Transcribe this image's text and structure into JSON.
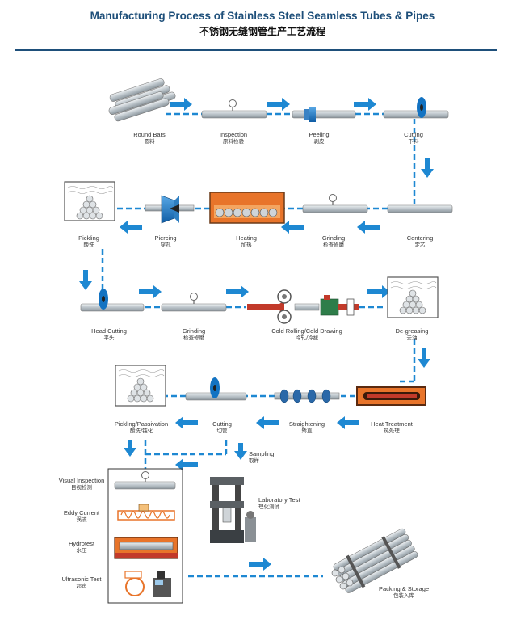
{
  "title_en": "Manufacturing Process of Stainless Steel Seamless Tubes & Pipes",
  "title_cn": "不锈钢无缝钢管生产工艺流程",
  "colors": {
    "accent_blue": "#1e88d2",
    "title_blue": "#1e4f7a",
    "steel": "#b9c2c8",
    "furnace": "#e8742a"
  },
  "steps": {
    "round_bars": {
      "en": "Round Bars",
      "cn": "圆料"
    },
    "inspection": {
      "en": "Inspection",
      "cn": "原料检验"
    },
    "peeling": {
      "en": "Peeling",
      "cn": "剥皮"
    },
    "cutting1": {
      "en": "Cutting",
      "cn": "下料"
    },
    "centering": {
      "en": "Centering",
      "cn": "定芯"
    },
    "grinding1": {
      "en": "Grinding",
      "cn": "检查修磨"
    },
    "heating": {
      "en": "Heating",
      "cn": "加热"
    },
    "piercing": {
      "en": "Piercing",
      "cn": "穿孔"
    },
    "pickling1": {
      "en": "Pickling",
      "cn": "酸洗"
    },
    "head_cutting": {
      "en": "Head Cutting",
      "cn": "平头"
    },
    "grinding2": {
      "en": "Grinding",
      "cn": "检查修磨"
    },
    "cold_rolling": {
      "en": "Cold Rolling/Cold Drawing",
      "cn": "冷轧/冷拔"
    },
    "degreasing": {
      "en": "De-greasing",
      "cn": "去油"
    },
    "heat_treatment": {
      "en": "Heat Treatment",
      "cn": "热处理"
    },
    "straightening": {
      "en": "Straightening",
      "cn": "矫直"
    },
    "cutting2": {
      "en": "Cutting",
      "cn": "切管"
    },
    "pickling_passivation": {
      "en": "Pickling/Passivation",
      "cn": "酸洗/钝化"
    },
    "sampling": {
      "en": "Sampling",
      "cn": "取样"
    },
    "visual_inspection": {
      "en": "Visual Inspection",
      "cn": "目视检测"
    },
    "eddy_current": {
      "en": "Eddy Current",
      "cn": "涡流"
    },
    "hydrotest": {
      "en": "Hydrotest",
      "cn": "水压"
    },
    "ultrasonic": {
      "en": "Ultrasonic Test",
      "cn": "超声"
    },
    "laboratory": {
      "en": "Laboratory Test",
      "cn": "理化测试"
    },
    "packing": {
      "en": "Packing & Storage",
      "cn": "包装入库"
    }
  },
  "icons": [
    "pipe-bundle-icon",
    "magnifier-icon",
    "peeling-clamp-icon",
    "saw-blade-icon",
    "acid-tank-icon",
    "furnace-icon",
    "piercing-mill-icon",
    "cold-roll-icon",
    "straightening-rolls-icon",
    "testing-machine-icon",
    "eddy-coil-icon",
    "hydro-tank-icon",
    "ultrasonic-probe-icon"
  ]
}
